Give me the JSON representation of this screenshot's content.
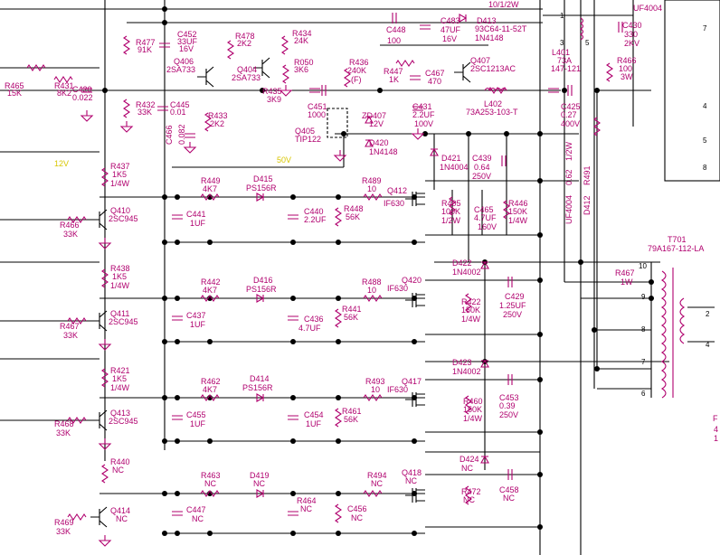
{
  "top": {
    "r465": [
      "R465",
      "15K"
    ],
    "r431": [
      "R431",
      "8K2"
    ],
    "c420": [
      "C420",
      "0.022"
    ],
    "r477": [
      "R477",
      "91K"
    ],
    "c452": [
      "C452",
      "33UF",
      "16V"
    ],
    "r478": [
      "R478",
      "2K2"
    ],
    "r434": [
      "R434",
      "24K"
    ],
    "q406": [
      "Q406",
      "2SA733"
    ],
    "q404": [
      "Q404",
      "2SA733"
    ],
    "r050": [
      "R050",
      "3K6"
    ],
    "r435": [
      "R435",
      "3K9"
    ],
    "r436": [
      "R436",
      "240K",
      "(F)"
    ],
    "r432": [
      "R432",
      "33K"
    ],
    "c445": [
      "C445",
      "0.01"
    ],
    "r433": [
      "R433",
      "2K2"
    ],
    "c466": [
      "C466",
      "0.082"
    ],
    "c451": [
      "C451",
      "1000"
    ],
    "q405": [
      "Q405",
      "TIP122"
    ],
    "c448": [
      "C448",
      "100"
    ],
    "c483": [
      "C483",
      "47UF",
      "16V"
    ],
    "d413": [
      "D413",
      "93C64-11-52T",
      "1N4148"
    ],
    "r447": [
      "R447",
      "1K"
    ],
    "c467": [
      "C467",
      "470"
    ],
    "q407": [
      "Q407",
      "2SC1213AC"
    ],
    "r_top": "10/1/2W",
    "l401": [
      "L401",
      "73A",
      "147-121"
    ],
    "c430": [
      "C430",
      "330",
      "2KV"
    ],
    "uf4004_top": "UF4004",
    "r466": [
      "R466",
      "100",
      "3W"
    ],
    "zd407": [
      "ZD407",
      "12V"
    ],
    "c431": [
      "C431",
      "2.2UF",
      "100V"
    ],
    "l402": [
      "L402",
      "73A253-103-T"
    ],
    "c425": [
      "C425",
      "0.27",
      "400V"
    ],
    "d420": [
      "D420",
      "1N4148"
    ],
    "v12": "12V",
    "v50": "50V"
  },
  "channels": [
    {
      "r_top": [
        "R437",
        "1K5",
        "1/4W"
      ],
      "q": [
        "Q410",
        "2SC945"
      ],
      "r_in": [
        "R466",
        "33K"
      ],
      "r_mid": [
        "R449",
        "4K7"
      ],
      "c_in": [
        "C441",
        "1UF"
      ],
      "d": [
        "D415",
        "PS156R"
      ],
      "c_cap": [
        "C440",
        "2.2UF"
      ],
      "r_ser": [
        "R489",
        "10"
      ],
      "r_gnd": [
        "R448",
        "56K"
      ],
      "fet": [
        "Q412",
        "IF630"
      ]
    },
    {
      "r_top": [
        "R438",
        "1K5",
        "1/4W"
      ],
      "q": [
        "Q411",
        "2SC945"
      ],
      "r_in": [
        "R467",
        "33K"
      ],
      "r_mid": [
        "R442",
        "4K7"
      ],
      "c_in": [
        "C437",
        "1UF"
      ],
      "d": [
        "D416",
        "PS156R"
      ],
      "c_cap": [
        "C436",
        "4.7UF"
      ],
      "r_ser": [
        "R488",
        "10"
      ],
      "r_gnd": [
        "R441",
        "56K"
      ],
      "fet": [
        "Q420",
        "IF630"
      ]
    },
    {
      "r_top": [
        "R421",
        "1K5",
        "1/4W"
      ],
      "q": [
        "Q413",
        "2SC945"
      ],
      "r_in": [
        "R468",
        "33K"
      ],
      "r_mid": [
        "R462",
        "4K7"
      ],
      "c_in": [
        "C455",
        "1UF"
      ],
      "d": [
        "D414",
        "PS156R"
      ],
      "c_cap": [
        "C454",
        "1UF"
      ],
      "r_ser": [
        "R493",
        "10"
      ],
      "r_gnd": [
        "R461",
        "56K"
      ],
      "fet": [
        "Q417",
        "IF630"
      ]
    },
    {
      "r_top": [
        "R440",
        "NC",
        ""
      ],
      "q": [
        "Q414",
        "NC"
      ],
      "r_in": [
        "R469",
        "33K"
      ],
      "r_mid": [
        "R463",
        "NC"
      ],
      "c_in": [
        "C447",
        "NC"
      ],
      "d": [
        "D419",
        "NC"
      ],
      "c_cap": [
        "C456",
        "NC"
      ],
      "r_ser": [
        "R494",
        "NC"
      ],
      "r_gnd": [
        "R464",
        "NC"
      ],
      "fet": [
        "Q418",
        "NC"
      ]
    }
  ],
  "right": {
    "d421": [
      "D421",
      "1N4004"
    ],
    "c439": [
      "C439",
      "0.64",
      "250V"
    ],
    "r405": [
      "R405",
      "100K",
      "1/2W"
    ],
    "c465": [
      "C465",
      "4.7UF",
      "160V"
    ],
    "r446": [
      "R446",
      "150K",
      "1/4W"
    ],
    "d422": [
      "D422",
      "1N4002"
    ],
    "c429": [
      "C429",
      "1.25UF",
      "250V"
    ],
    "r422": [
      "R422",
      "150K",
      "1/4W"
    ],
    "d423": [
      "D423",
      "1N4002"
    ],
    "c453": [
      "C453",
      "0.39",
      "250V"
    ],
    "r460": [
      "R460",
      "150K",
      "1/4W"
    ],
    "d424": [
      "D424",
      "NC"
    ],
    "c458": [
      "C458",
      "NC"
    ],
    "r472": [
      "R472",
      "NC"
    ],
    "r491": [
      "R491",
      "0.62",
      "1/2W"
    ],
    "d412": [
      "D412",
      "UF4004"
    ],
    "r467": [
      "R467",
      "1W"
    ],
    "t701": [
      "T701",
      "79A167-112-LA"
    ],
    "pins": [
      "10",
      "9",
      "8",
      "7",
      "6",
      "2",
      "4",
      "5",
      "3",
      "1",
      "7",
      "8",
      "4",
      "5"
    ],
    "frag": [
      "F",
      "4",
      "1"
    ]
  }
}
